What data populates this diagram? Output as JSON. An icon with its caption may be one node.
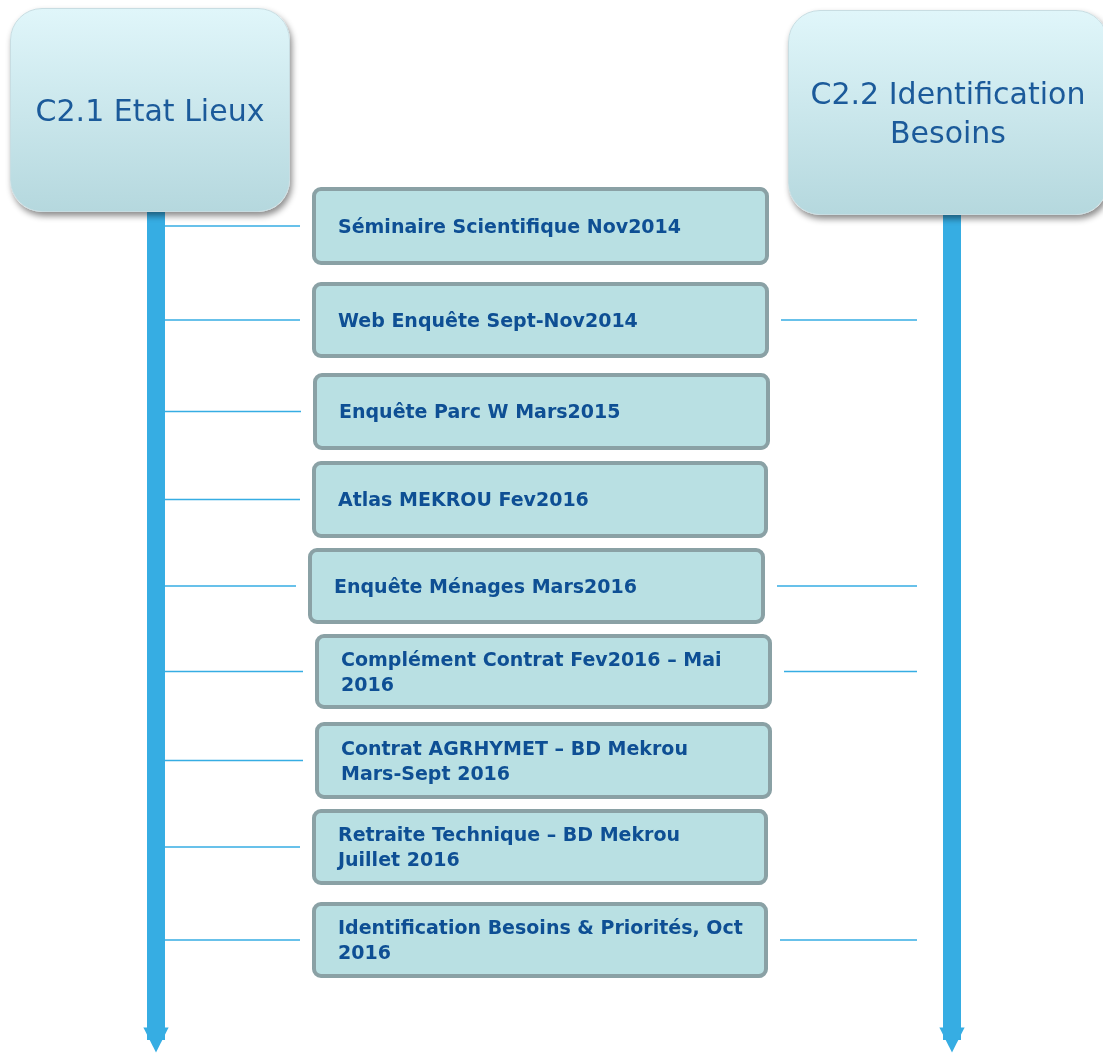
{
  "diagram": {
    "nodes": [
      {
        "text": [
          "C2.1 Etat Lieux"
        ]
      },
      {
        "text": [
          "C2.2 Identification Besoins"
        ]
      },
      {
        "text": [
          "Séminaire Scientifique Nov2014"
        ]
      },
      {
        "text": [
          "Web Enquête Sept-Nov2014"
        ]
      },
      {
        "text": [
          "Enquête Parc W Mars2015"
        ]
      },
      {
        "text": [
          "Atlas MEKROU Fev2016"
        ]
      },
      {
        "text": [
          "Enquête Ménages Mars2016"
        ]
      },
      {
        "text": [
          "Complément Contrat Fev2016 – Mai 2016"
        ]
      },
      {
        "text": [
          "Contrat AGRHYMET – BD Mekrou Mars-Sept 2016"
        ]
      },
      {
        "text": [
          "Retraite Technique – BD Mekrou Juillet 2016"
        ]
      },
      {
        "text": [
          "Identification Besoins & Priorités, Oct 2016"
        ]
      }
    ],
    "edges": [
      {
        "from": 0,
        "to": null,
        "arrow": "to",
        "style": "thick"
      },
      {
        "from": 1,
        "to": null,
        "arrow": "to",
        "style": "thick"
      },
      {
        "from": null,
        "to": 2,
        "arrow": "none"
      },
      {
        "from": null,
        "to": 3,
        "arrow": "none"
      },
      {
        "from": null,
        "to": 4,
        "arrow": "none"
      },
      {
        "from": null,
        "to": 5,
        "arrow": "none"
      },
      {
        "from": null,
        "to": 6,
        "arrow": "none"
      },
      {
        "from": null,
        "to": 7,
        "arrow": "none"
      },
      {
        "from": null,
        "to": 8,
        "arrow": "none"
      },
      {
        "from": null,
        "to": 9,
        "arrow": "none"
      },
      {
        "from": null,
        "to": 10,
        "arrow": "none"
      },
      {
        "from": 3,
        "to": null,
        "arrow": "none"
      },
      {
        "from": 6,
        "to": null,
        "arrow": "none"
      },
      {
        "from": 7,
        "to": null,
        "arrow": "none"
      },
      {
        "from": 10,
        "to": null,
        "arrow": "none"
      }
    ]
  }
}
